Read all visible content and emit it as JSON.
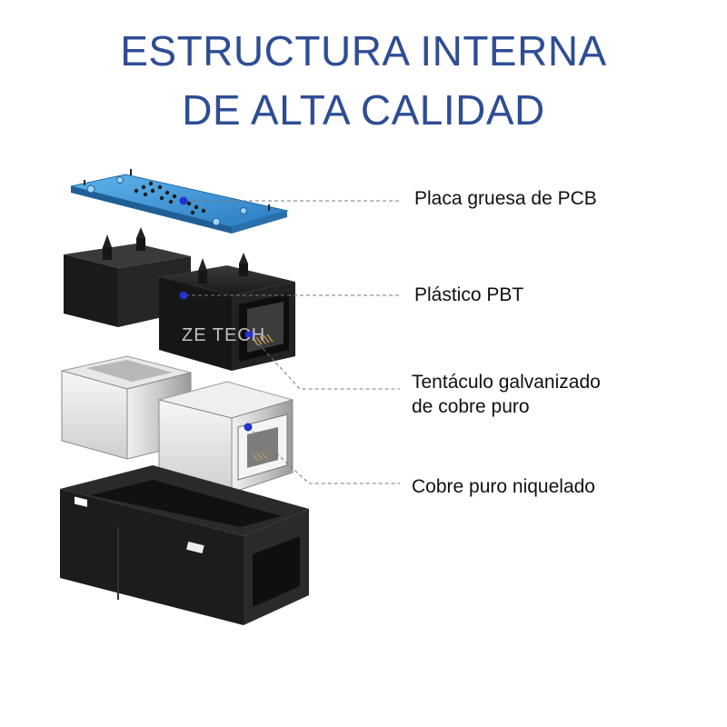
{
  "title": {
    "line1": "ESTRUCTURA INTERNA",
    "line2": "DE ALTA CALIDAD"
  },
  "labels": {
    "pcb": "Placa gruesa de PCB",
    "pbt": "Plástico PBT",
    "tentacle_line1": "Tentáculo galvanizado",
    "tentacle_line2": "de cobre puro",
    "copper": "Cobre puro niquelado"
  },
  "watermark": "ZE    TECH",
  "colors": {
    "title": "#2e4d94",
    "marker": "#2233cc",
    "pcb": "#3a8fd0",
    "plastic": "#1c1c1c",
    "metal": "#d8d8d8"
  }
}
